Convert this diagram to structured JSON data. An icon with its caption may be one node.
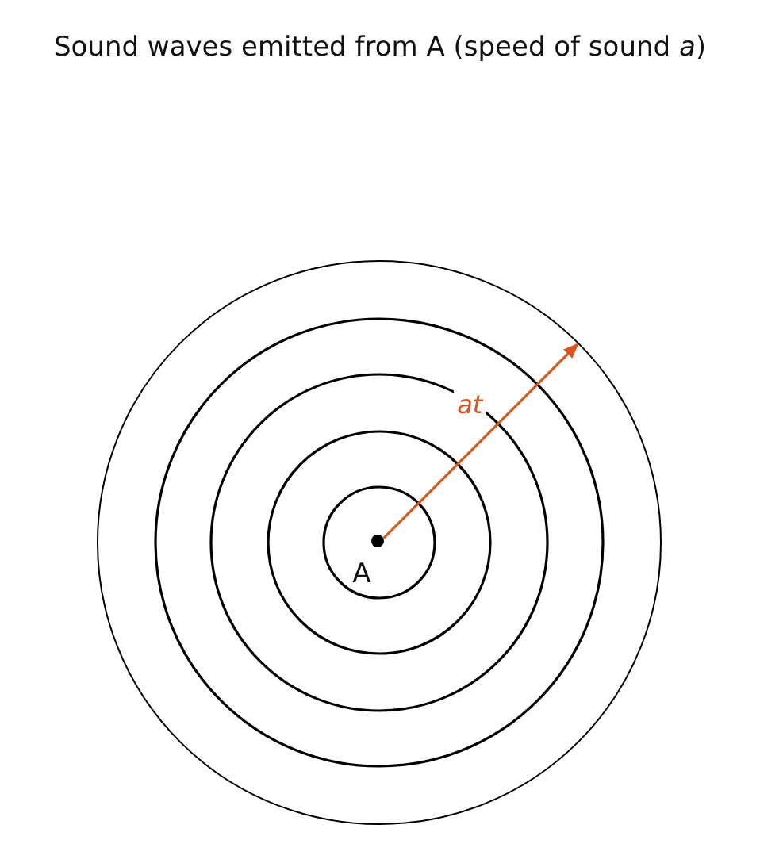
{
  "diagram": {
    "title": "Sound waves emitted from A (speed of sound *a*)",
    "nodes": [
      {
        "text": [],
        "shape": "circle"
      },
      {
        "text": [],
        "shape": "dot",
        "beside": [
          "A"
        ],
        "in": 0
      }
    ],
    "edges": [
      {
        "from": 1,
        "to": 0,
        "arrow": "to",
        "label": "at",
        "color": "#d9541e"
      }
    ]
  }
}
